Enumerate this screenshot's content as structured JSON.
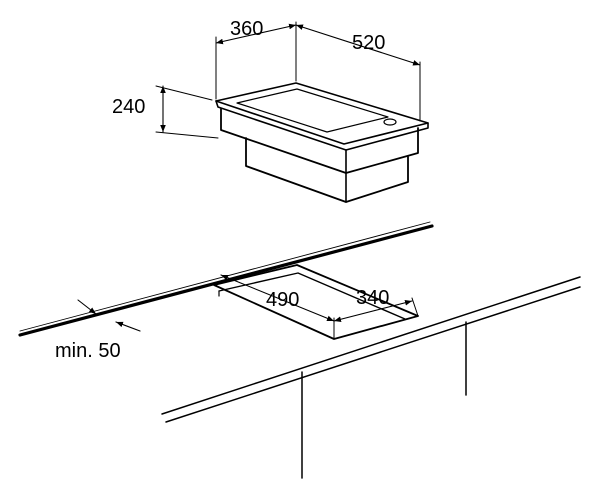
{
  "drawing": {
    "appliance": {
      "depth": "360",
      "width": "520",
      "height": "240"
    },
    "cutout": {
      "width": "490",
      "depth": "340"
    },
    "clearance": "min. 50"
  }
}
